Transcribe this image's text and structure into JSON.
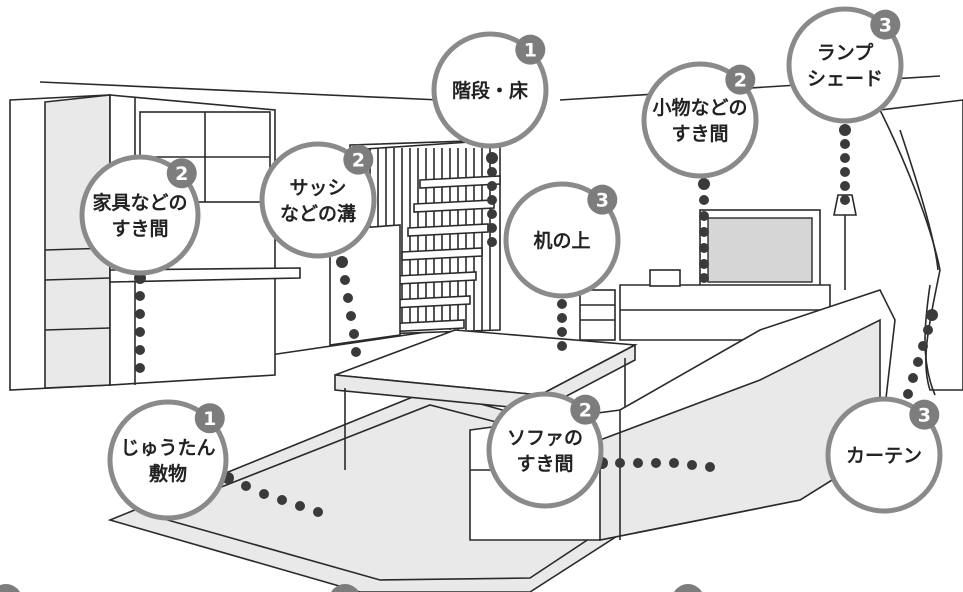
{
  "callouts": [
    {
      "id": "stairs-floor",
      "badge": "1",
      "lines": [
        "階段・床"
      ]
    },
    {
      "id": "small-items-gap",
      "badge": "2",
      "lines": [
        "小物などの",
        "すき間"
      ]
    },
    {
      "id": "lampshade",
      "badge": "3",
      "lines": [
        "ランプ",
        "シェード"
      ]
    },
    {
      "id": "furniture-gap",
      "badge": "2",
      "lines": [
        "家具などの",
        "すき間"
      ]
    },
    {
      "id": "sash-groove",
      "badge": "2",
      "lines": [
        "サッシ",
        "などの溝"
      ]
    },
    {
      "id": "desk-top",
      "badge": "3",
      "lines": [
        "机の上"
      ]
    },
    {
      "id": "carpet-rug",
      "badge": "1",
      "lines": [
        "じゅうたん",
        "敷物"
      ]
    },
    {
      "id": "sofa-gap",
      "badge": "2",
      "lines": [
        "ソファの",
        "すき間"
      ]
    },
    {
      "id": "curtain",
      "badge": "3",
      "lines": [
        "カーテン"
      ]
    }
  ],
  "colors": {
    "callout_border": "#8a8a8a",
    "badge_fill": "#7d7d7d",
    "badge_text": "#ffffff",
    "label_text": "#222222",
    "dot": "#3a3a3a"
  }
}
